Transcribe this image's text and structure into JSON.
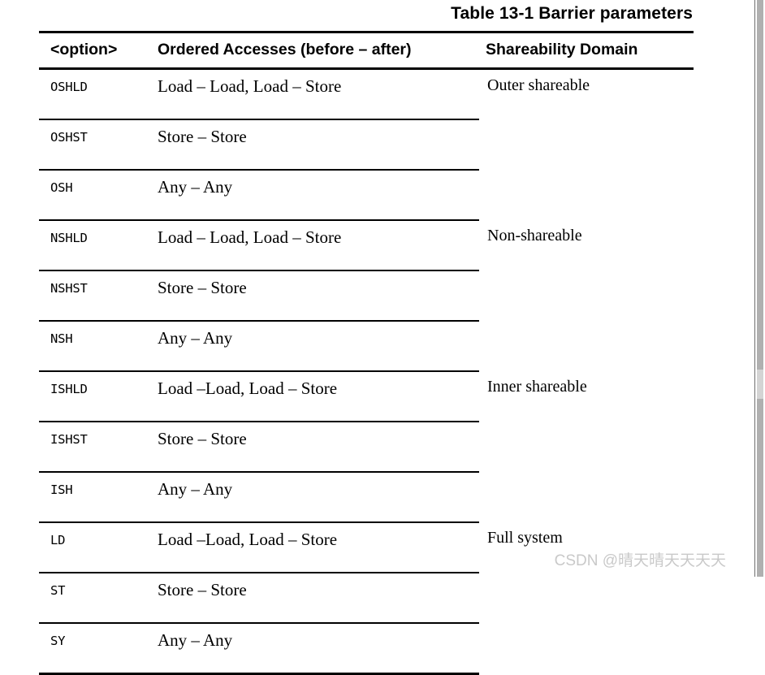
{
  "document": {
    "caption": "Table 13-1 Barrier parameters"
  },
  "table": {
    "columns": [
      {
        "key": "option",
        "label": "<option>"
      },
      {
        "key": "access",
        "label": "Ordered Accesses (before – after)"
      },
      {
        "key": "domain",
        "label": "Shareability Domain"
      }
    ],
    "groups": [
      {
        "domain": "Outer shareable",
        "rows": [
          {
            "option": "OSHLD",
            "access": "Load – Load, Load – Store"
          },
          {
            "option": "OSHST",
            "access": "Store – Store"
          },
          {
            "option": "OSH",
            "access": "Any – Any"
          }
        ]
      },
      {
        "domain": "Non-shareable",
        "rows": [
          {
            "option": "NSHLD",
            "access": "Load – Load, Load – Store"
          },
          {
            "option": "NSHST",
            "access": "Store – Store"
          },
          {
            "option": "NSH",
            "access": "Any – Any"
          }
        ]
      },
      {
        "domain": "Inner shareable",
        "rows": [
          {
            "option": "ISHLD",
            "access": "Load –Load, Load – Store"
          },
          {
            "option": "ISHST",
            "access": "Store – Store"
          },
          {
            "option": "ISH",
            "access": "Any – Any"
          }
        ]
      },
      {
        "domain": "Full system",
        "rows": [
          {
            "option": "LD",
            "access": "Load –Load, Load – Store"
          },
          {
            "option": "ST",
            "access": "Store – Store"
          },
          {
            "option": "SY",
            "access": "Any – Any"
          }
        ]
      }
    ]
  },
  "watermark": {
    "text": "CSDN @晴天晴天天天天"
  },
  "colors": {
    "rule": "#000000",
    "text": "#000000",
    "background": "#ffffff",
    "watermark": "#c9c9c9",
    "scrollbar_track": "#b0b0b0",
    "scrollbar_thumb": "#d4d4d4"
  }
}
